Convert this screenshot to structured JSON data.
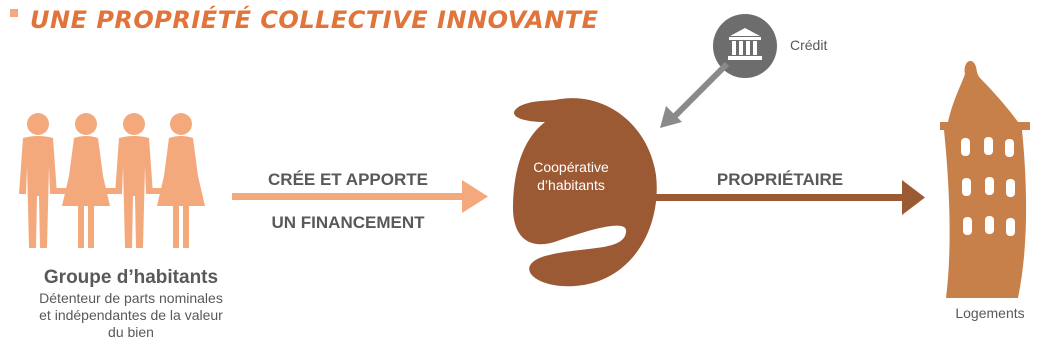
{
  "title": "UNE PROPRIÉTÉ COLLECTIVE INNOVANTE",
  "group": {
    "title": "Groupe d’habitants",
    "description_lines": [
      "Détenteur de parts nominales",
      "et indépendantes de la valeur",
      "du bien"
    ]
  },
  "arrow_left": {
    "line1": "CRÉE ET APPORTE",
    "line2": "UN FINANCEMENT"
  },
  "cooperative": {
    "line1": "Coopérative",
    "line2": "d’habitants"
  },
  "arrow_right": {
    "label": "PROPRIÉTAIRE"
  },
  "credit": {
    "label": "Crédit",
    "icon": "bank-icon"
  },
  "housing": {
    "label": "Logements",
    "icon": "building-icon"
  },
  "colors": {
    "title": "#e0743a",
    "people": "#f4a97d",
    "cooperative": "#9c5a34",
    "building": "#c8804a",
    "bank": "#6d6d6d",
    "text": "#595959"
  }
}
